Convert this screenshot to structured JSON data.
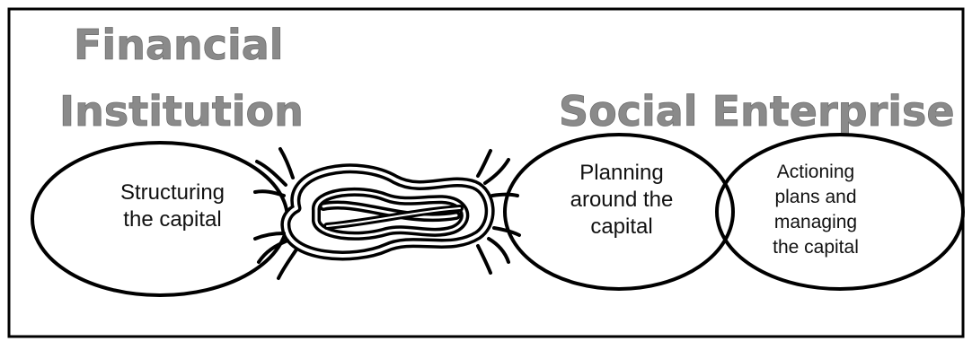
{
  "financial_institution": {
    "line1": "Financial",
    "line2": "Institution"
  },
  "social_enterprise": {
    "title": "Social Enterprise"
  },
  "ellipses": {
    "structuring": {
      "line1": "Structuring",
      "line2": "the capital"
    },
    "planning": {
      "line1": "Planning",
      "line2": "around the",
      "line3": "capital"
    },
    "actioning": {
      "line1": "Actioning",
      "line2": "plans and",
      "line3": "managing",
      "line4": "the capital"
    }
  },
  "knot": {
    "icon": "knot-icon"
  },
  "colors": {
    "border": "#000000",
    "heading_fill": "#8a8a8a",
    "outline": "#000000",
    "background": "#ffffff"
  }
}
